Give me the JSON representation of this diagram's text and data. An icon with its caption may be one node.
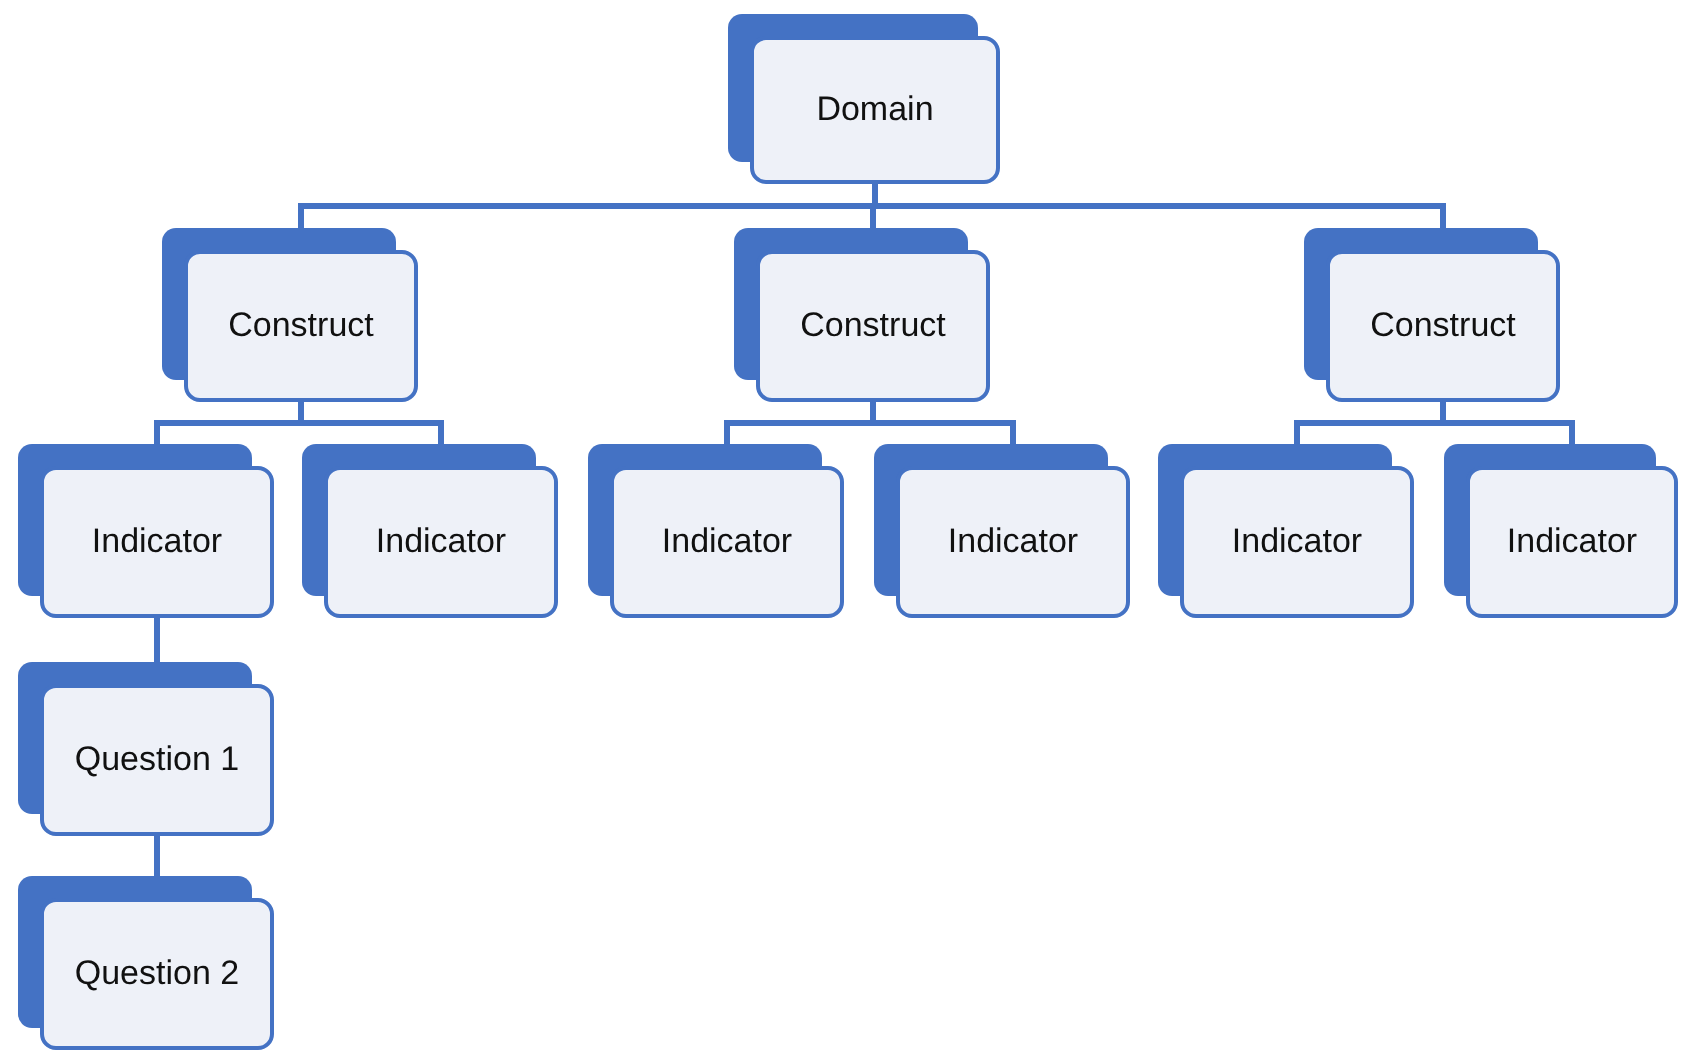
{
  "diagram": {
    "nodes": [
      {
        "text": [
          "Domain"
        ]
      },
      {
        "text": [
          "Construct"
        ]
      },
      {
        "text": [
          "Construct"
        ]
      },
      {
        "text": [
          "Construct"
        ]
      },
      {
        "text": [
          "Indicator"
        ]
      },
      {
        "text": [
          "Indicator"
        ]
      },
      {
        "text": [
          "Indicator"
        ]
      },
      {
        "text": [
          "Indicator"
        ]
      },
      {
        "text": [
          "Indicator"
        ]
      },
      {
        "text": [
          "Indicator"
        ]
      },
      {
        "text": [
          "Question 1"
        ]
      },
      {
        "text": [
          "Question 2"
        ]
      }
    ],
    "edges": [
      {
        "from": 0,
        "to": 1,
        "arrow": "none"
      },
      {
        "from": 0,
        "to": 2,
        "arrow": "none"
      },
      {
        "from": 0,
        "to": 3,
        "arrow": "none"
      },
      {
        "from": 1,
        "to": 4,
        "arrow": "none"
      },
      {
        "from": 1,
        "to": 5,
        "arrow": "none"
      },
      {
        "from": 2,
        "to": 6,
        "arrow": "none"
      },
      {
        "from": 2,
        "to": 7,
        "arrow": "none"
      },
      {
        "from": 3,
        "to": 8,
        "arrow": "none"
      },
      {
        "from": 3,
        "to": 9,
        "arrow": "none"
      },
      {
        "from": 4,
        "to": 10,
        "arrow": "none"
      },
      {
        "from": 10,
        "to": 11,
        "arrow": "none"
      }
    ]
  }
}
